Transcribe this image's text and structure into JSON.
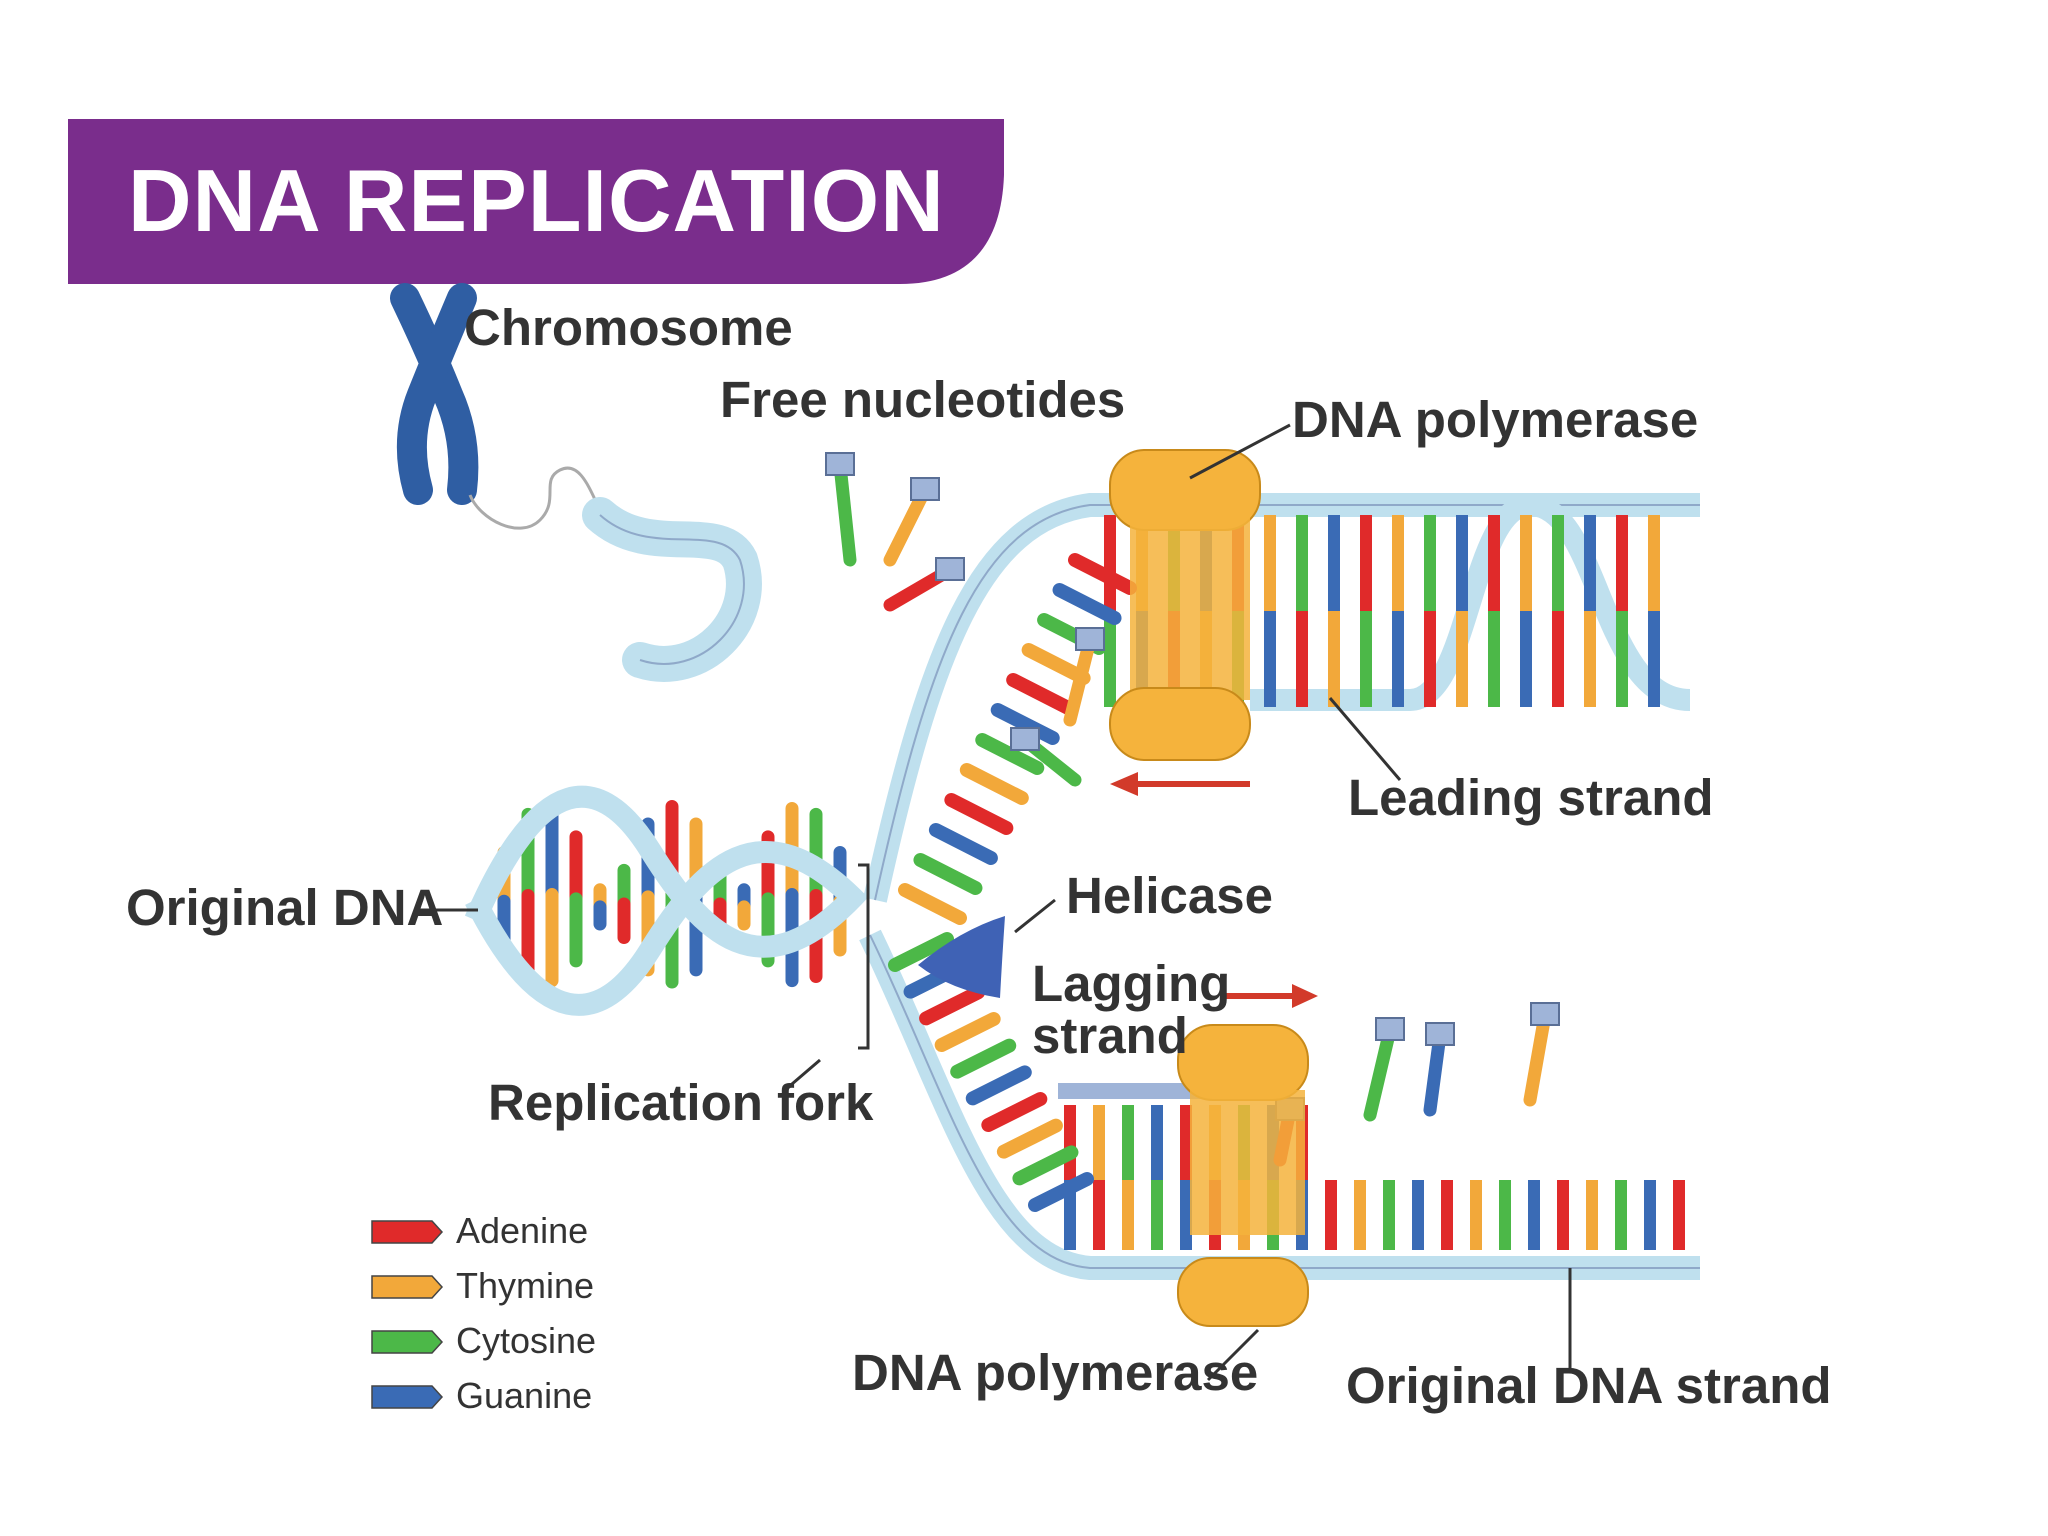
{
  "title": "DNA REPLICATION",
  "labels": {
    "chromosome": "Chromosome",
    "free_nucleotides": "Free nucleotides",
    "dna_polymerase_top": "DNA polymerase",
    "leading_strand": "Leading strand",
    "original_dna": "Original DNA",
    "helicase": "Helicase",
    "lagging_strand": "Lagging\nstrand",
    "replication_fork": "Replication fork",
    "dna_polymerase_bottom": "DNA polymerase",
    "original_dna_strand": "Original DNA strand"
  },
  "legend": [
    {
      "name": "Adenine",
      "color": "#e02a2a"
    },
    {
      "name": "Thymine",
      "color": "#f2a83a"
    },
    {
      "name": "Cytosine",
      "color": "#4cb848"
    },
    {
      "name": "Guanine",
      "color": "#3a6bb5"
    }
  ],
  "colors": {
    "banner": "#7a2d8c",
    "backbone": "#bfe0ee",
    "backbone_dark": "#8fa9c9",
    "polymerase": "#f5b33c",
    "helicase": "#3f62b5",
    "chromosome": "#2f5ea3",
    "arrow": "#d23a2a"
  }
}
